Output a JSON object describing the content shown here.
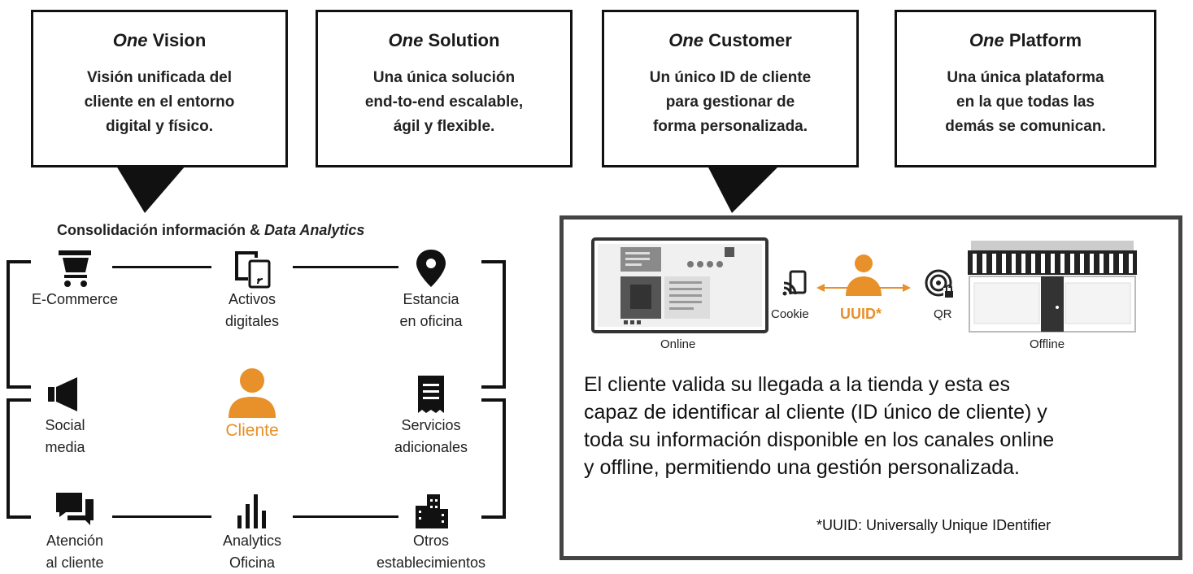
{
  "top_boxes": [
    {
      "title_em": "One",
      "title_rest": " Vision",
      "lines": [
        "Visión unificada del",
        "cliente en el entorno",
        "digital y físico."
      ]
    },
    {
      "title_em": "One",
      "title_rest": " Solution",
      "lines": [
        "Una única solución",
        "end-to-end escalable,",
        "ágil y flexible."
      ]
    },
    {
      "title_em": "One",
      "title_rest": " Customer",
      "lines": [
        "Un único ID de cliente",
        "para gestionar de",
        "forma personalizada."
      ]
    },
    {
      "title_em": "One",
      "title_rest": " Platform",
      "lines": [
        "Una única plataforma",
        "en la que todas las",
        "demás se comunican."
      ]
    }
  ],
  "consolidation": {
    "title_plain": "Consolidación información & ",
    "title_em": "Data Analytics"
  },
  "nodes": {
    "ecommerce": {
      "l1": "E-Commerce",
      "icon": "cart-icon"
    },
    "activos": {
      "l1": "Activos",
      "l2": "digitales",
      "icon": "devices-icon"
    },
    "estancia": {
      "l1": "Estancia",
      "l2": "en oficina",
      "icon": "location-pin-icon"
    },
    "social": {
      "l1": "Social",
      "l2": "media",
      "icon": "megaphone-icon"
    },
    "cliente": {
      "l1": "Cliente",
      "icon": "person-icon"
    },
    "servicios": {
      "l1": "Servicios",
      "l2": "adicionales",
      "icon": "receipt-icon"
    },
    "atencion": {
      "l1": "Atención",
      "l2": "al cliente",
      "icon": "chat-icon"
    },
    "analytics": {
      "l1": "Analytics",
      "l2": "Oficina",
      "icon": "bar-chart-icon"
    },
    "otros": {
      "l1": "Otros",
      "l2": "establecimientos",
      "icon": "buildings-icon"
    }
  },
  "panel": {
    "online_label": "Online",
    "offline_label": "Offline",
    "cookie_label": "Cookie",
    "uuid_label": "UUID*",
    "qr_label": "QR",
    "text_lines": [
      "El cliente valida su llegada a la tienda y esta es",
      "capaz de identificar al cliente (ID único de cliente) y",
      "toda su información disponible en los canales online",
      "y offline, permitiendo una gestión personalizada."
    ],
    "footnote": "*UUID: Universally Unique IDentifier"
  },
  "colors": {
    "accent": "#e8902a",
    "dark": "#111111",
    "gray": "#8a8a8a"
  }
}
